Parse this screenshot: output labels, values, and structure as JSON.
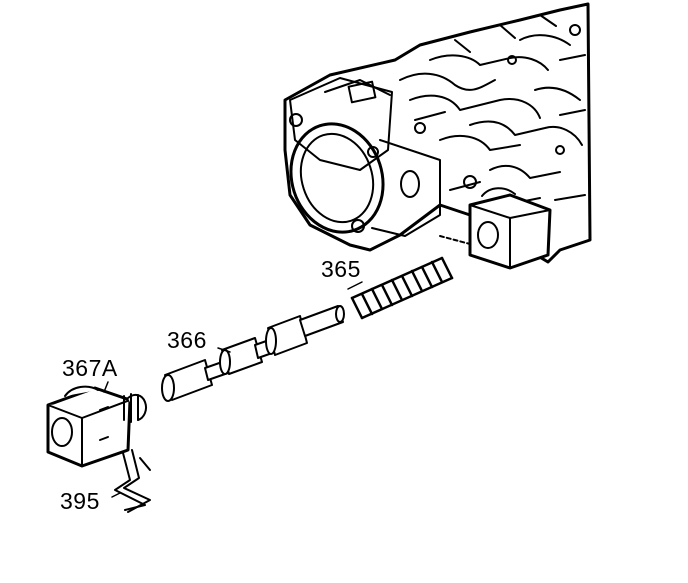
{
  "callouts": {
    "spring": "365",
    "valve": "366",
    "solenoid": "367A",
    "clip": "395"
  },
  "colors": {
    "line": "#000000",
    "background": "#ffffff"
  }
}
